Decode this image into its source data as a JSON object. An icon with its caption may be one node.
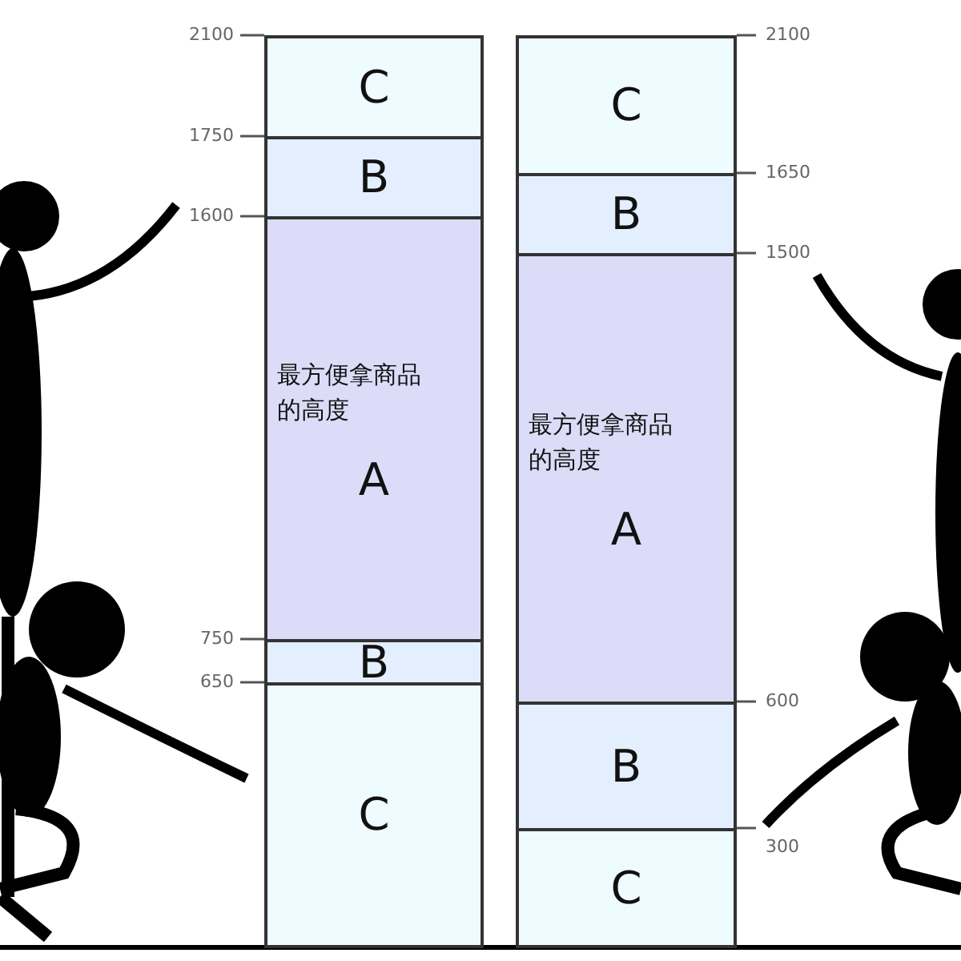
{
  "diagram": {
    "nodes": [
      {
        "text": [
          "C"
        ]
      },
      {
        "text": [
          "B"
        ]
      },
      {
        "text": [
          "最方便拿商品的高度",
          "A"
        ]
      },
      {
        "text": [
          "B"
        ]
      },
      {
        "text": [
          "C"
        ]
      },
      {
        "text": [
          "C"
        ]
      },
      {
        "text": [
          "B"
        ]
      },
      {
        "text": [
          "最方便拿商品的高度",
          "A"
        ]
      },
      {
        "text": [
          "B"
        ]
      },
      {
        "text": [
          "C"
        ]
      }
    ],
    "labels": [
      "2100",
      "2100",
      "1750",
      "1650",
      "1600",
      "1500",
      "750",
      "650",
      "600",
      "300"
    ]
  }
}
